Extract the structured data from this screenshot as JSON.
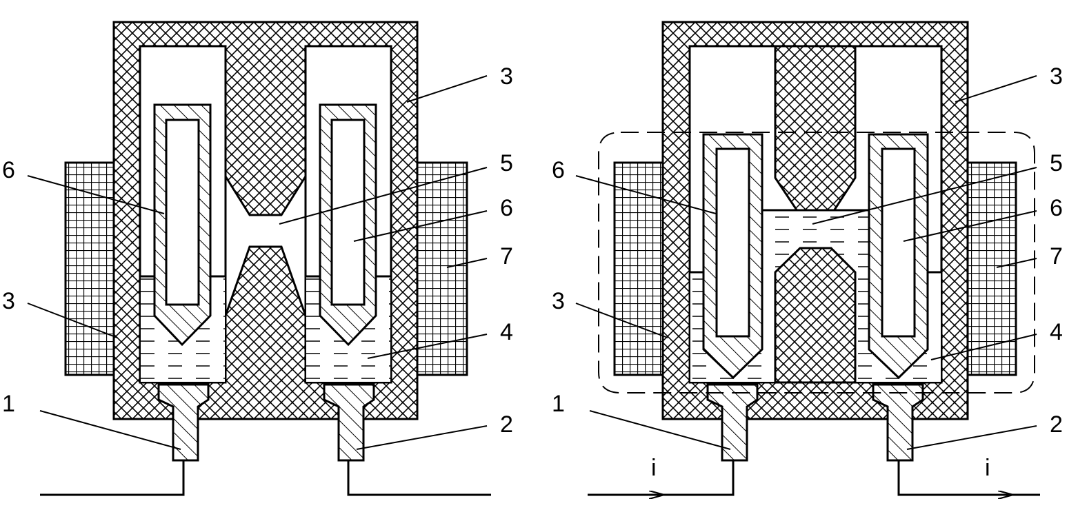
{
  "left_figure": {
    "labels": {
      "wire_left": "1",
      "wire_right": "2",
      "body_top": "3",
      "body_left": "3",
      "mercury": "4",
      "channel": "5",
      "electrode_left": "6",
      "electrode_right": "6",
      "coil": "7"
    }
  },
  "right_figure": {
    "labels": {
      "wire_left": "1",
      "wire_right": "2",
      "body_top": "3",
      "body_left": "3",
      "mercury": "4",
      "channel": "5",
      "electrode_left": "6",
      "electrode_right": "6",
      "coil": "7"
    },
    "current_in": "i",
    "current_out": "i"
  }
}
